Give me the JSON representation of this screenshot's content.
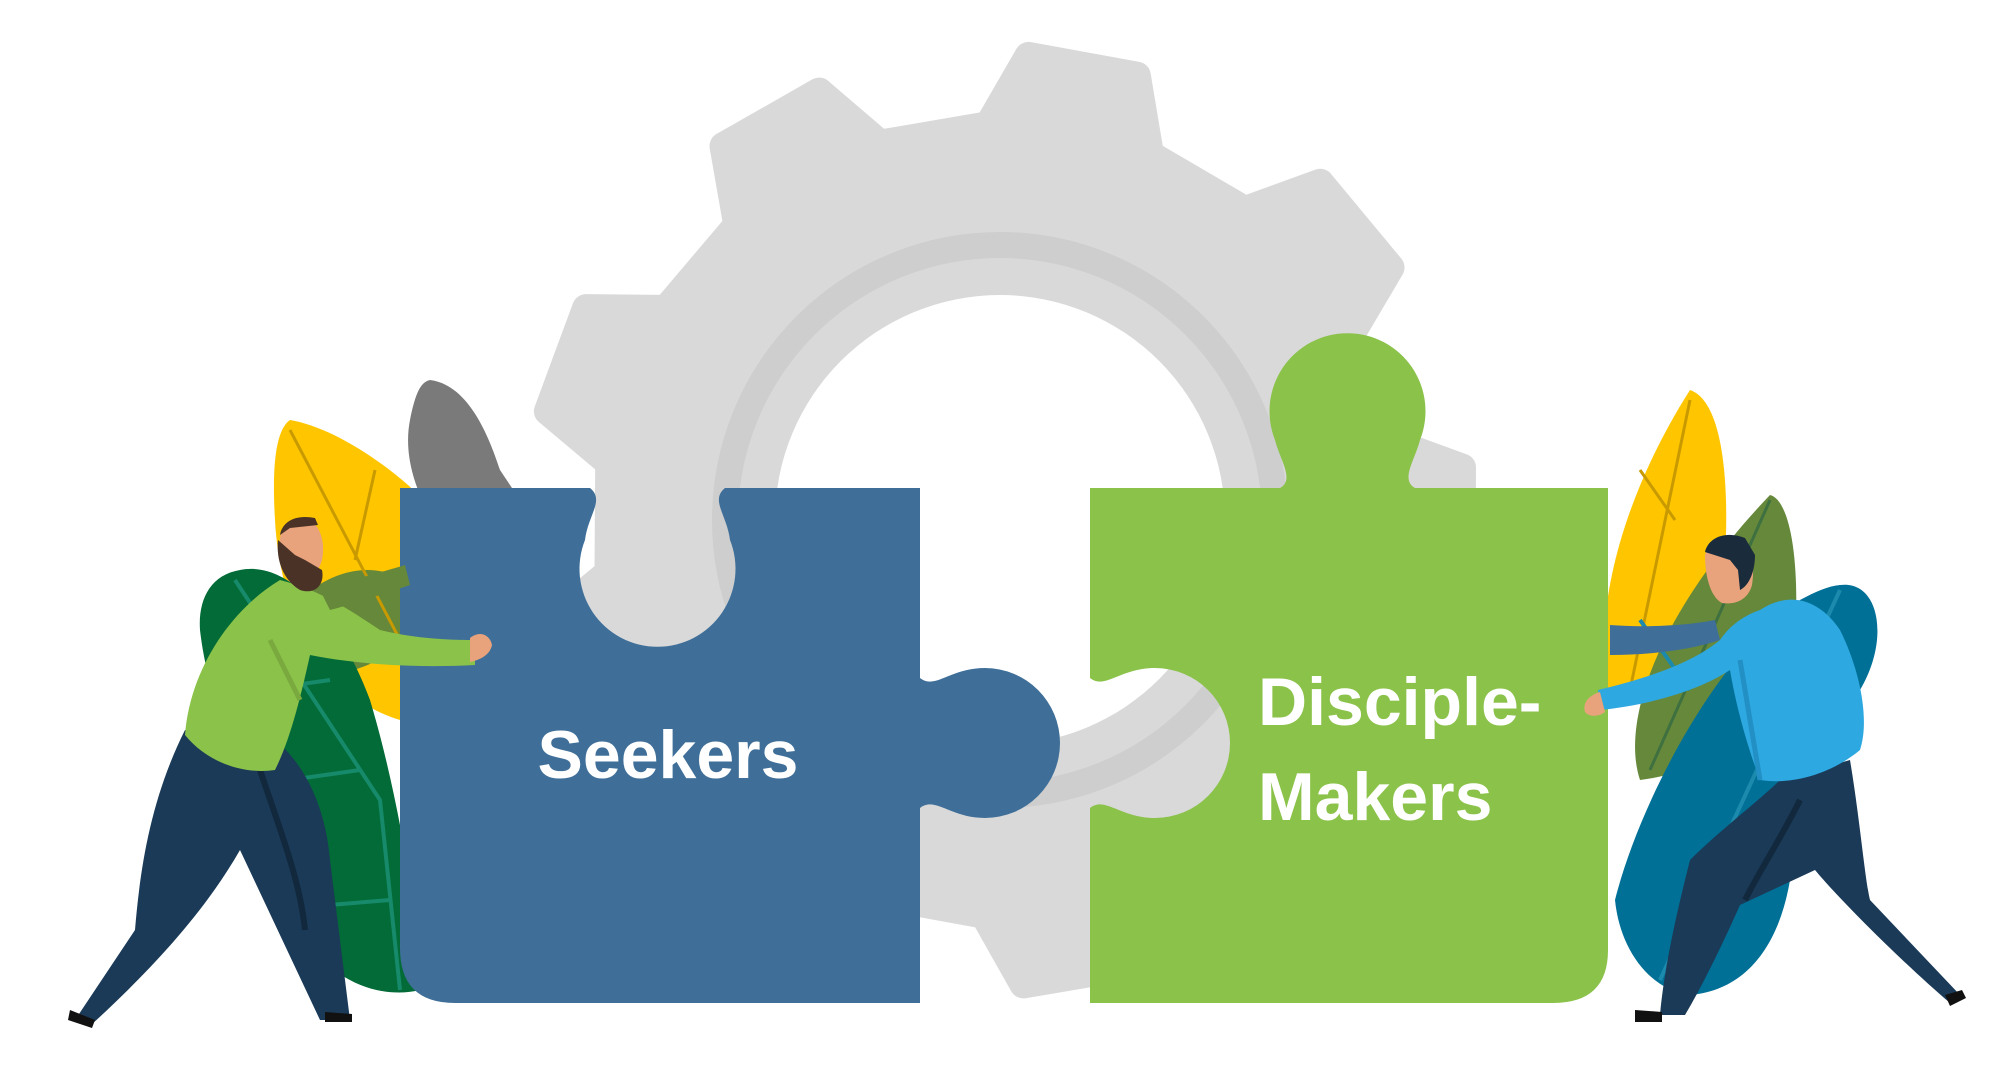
{
  "pieces": {
    "left": {
      "label": "Seekers",
      "color": "#3f6f98"
    },
    "right": {
      "label_line1": "Disciple-",
      "label_line2": "Makers",
      "color": "#8bc24a"
    }
  },
  "colors": {
    "gear": "#d9d9d9",
    "gear_ring": "#cfcfcf",
    "leaf_yellow": "#ffc600",
    "leaf_green_dark": "#036b37",
    "leaf_green_olive": "#66883a",
    "leaf_teal": "#007097",
    "leaf_grey": "#7a7a7a",
    "shirt_green": "#8bc24a",
    "shirt_blue": "#2ea8e0",
    "pants_navy": "#1a3a57",
    "skin": "#e8a27c",
    "hair": "#4a3326"
  },
  "icons": {
    "gear": "gear-icon",
    "left_figure": "man-pushing-icon",
    "right_figure": "man-pushing-icon"
  }
}
